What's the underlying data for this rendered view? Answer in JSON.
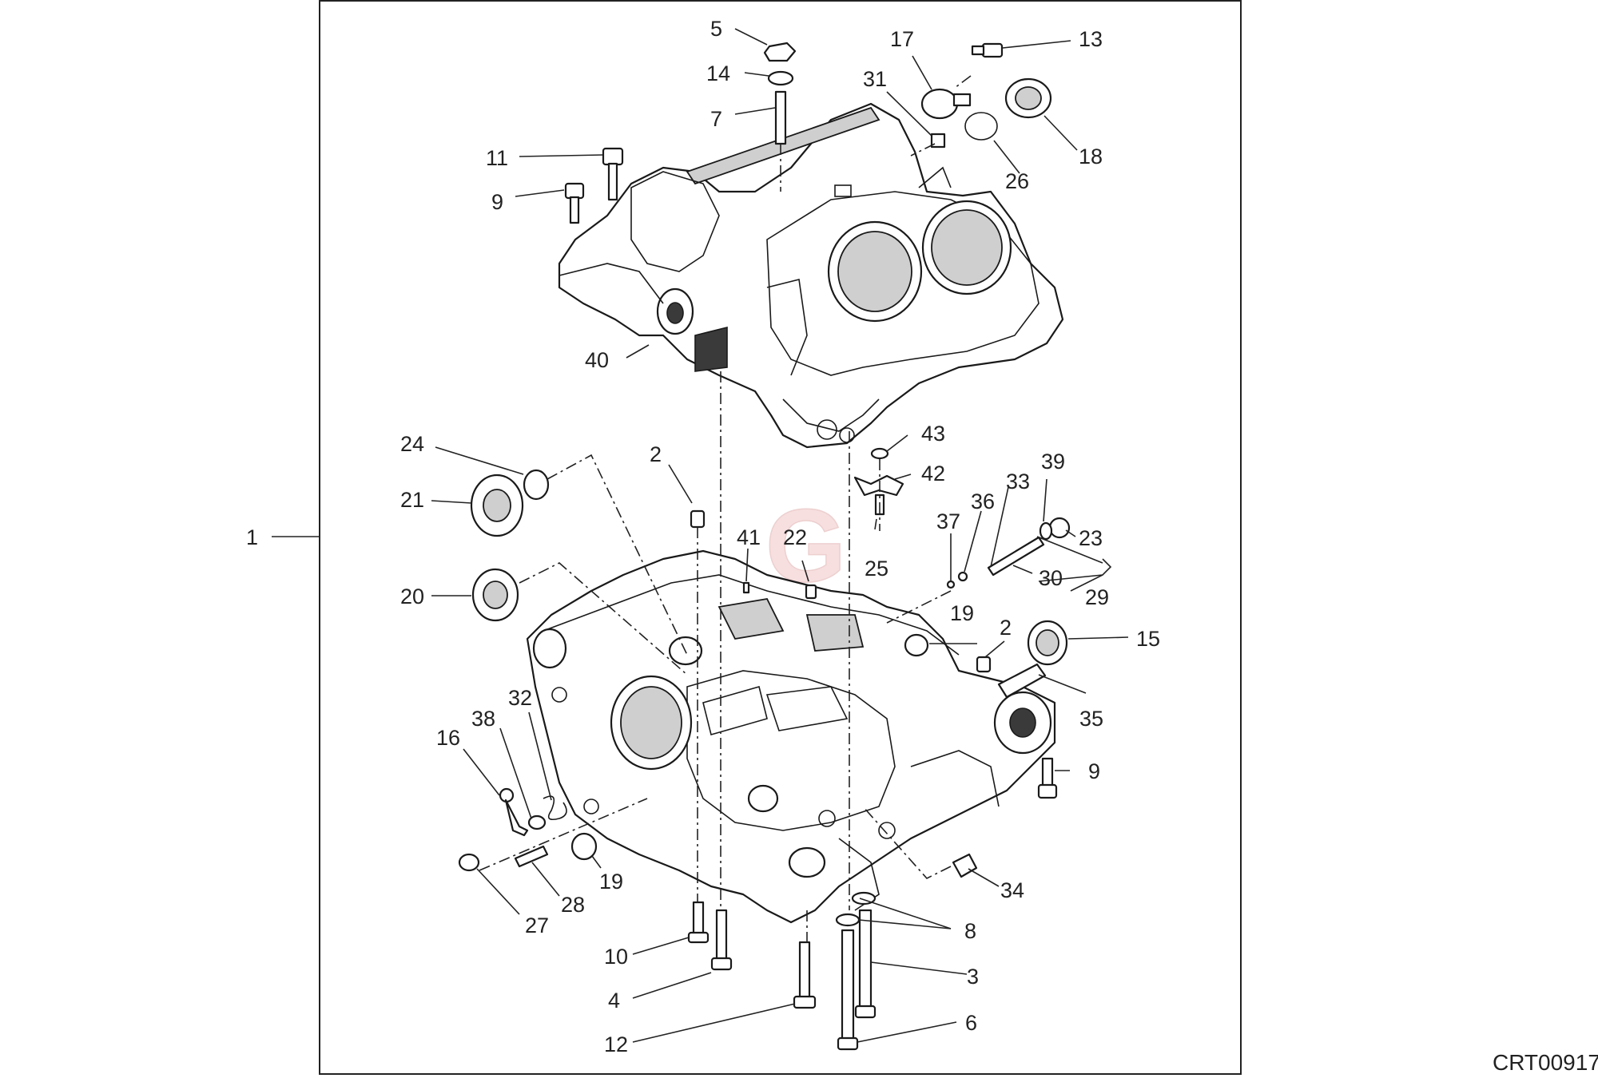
{
  "diagram": {
    "reference_code": "CRT00917",
    "watermark": "G",
    "callouts": {
      "c1": "1",
      "c2a": "2",
      "c2b": "2",
      "c3": "3",
      "c4": "4",
      "c5": "5",
      "c6": "6",
      "c7": "7",
      "c8": "8",
      "c9a": "9",
      "c9b": "9",
      "c10": "10",
      "c11": "11",
      "c12": "12",
      "c13": "13",
      "c14": "14",
      "c15": "15",
      "c16": "16",
      "c17": "17",
      "c18": "18",
      "c19a": "19",
      "c19b": "19",
      "c20": "20",
      "c21": "21",
      "c22": "22",
      "c23": "23",
      "c24": "24",
      "c25": "25",
      "c26": "26",
      "c27": "27",
      "c28": "28",
      "c29": "29",
      "c30": "30",
      "c31": "31",
      "c32": "32",
      "c33": "33",
      "c34": "34",
      "c35": "35",
      "c36": "36",
      "c37": "37",
      "c38": "38",
      "c39": "39",
      "c40": "40",
      "c41": "41",
      "c42": "42",
      "c43": "43"
    }
  }
}
